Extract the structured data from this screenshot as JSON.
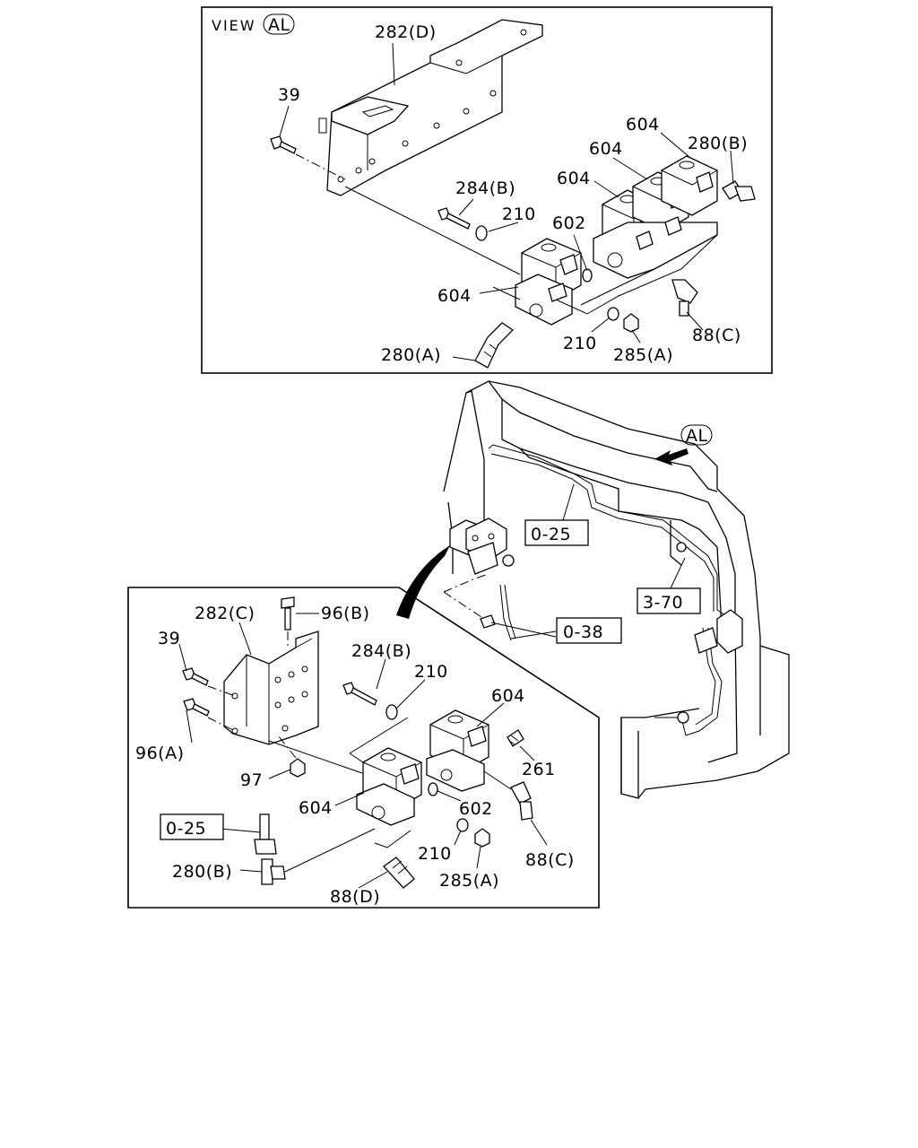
{
  "view_box_top": {
    "view_label": "VIEW",
    "view_tag": "AL",
    "callouts": {
      "bracket_d": "282(D)",
      "bolt_39": "39",
      "valve_604_top1": "604",
      "valve_604_top2": "604",
      "valve_604_top3": "604",
      "fitting_280b": "280(B)",
      "bolt_284b": "284(B)",
      "washer_210_a": "210",
      "oring_602": "602",
      "valve_604_single": "604",
      "fitting_280a": "280(A)",
      "washer_210_b": "210",
      "nut_285a": "285(A)",
      "elbow_88c": "88(C)"
    }
  },
  "main_view": {
    "view_tag": "AL",
    "refs": {
      "ref_0_25": "0-25",
      "ref_3_70": "3-70",
      "ref_0_38": "0-38"
    }
  },
  "detail_box": {
    "callouts": {
      "bracket_c": "282(C)",
      "bolt_96b": "96(B)",
      "bolt_39": "39",
      "bolt_284b": "284(B)",
      "washer_210": "210",
      "valve_604_upper": "604",
      "bolt_96a": "96(A)",
      "plug_261": "261",
      "nut_97": "97",
      "oring_602": "602",
      "valve_604_lower": "604",
      "washer_210_lower": "210",
      "elbow_88c": "88(C)",
      "elbow_280b": "280(B)",
      "nut_285a": "285(A)",
      "fitting_88d": "88(D)"
    },
    "ref_0_25": "0-25"
  }
}
